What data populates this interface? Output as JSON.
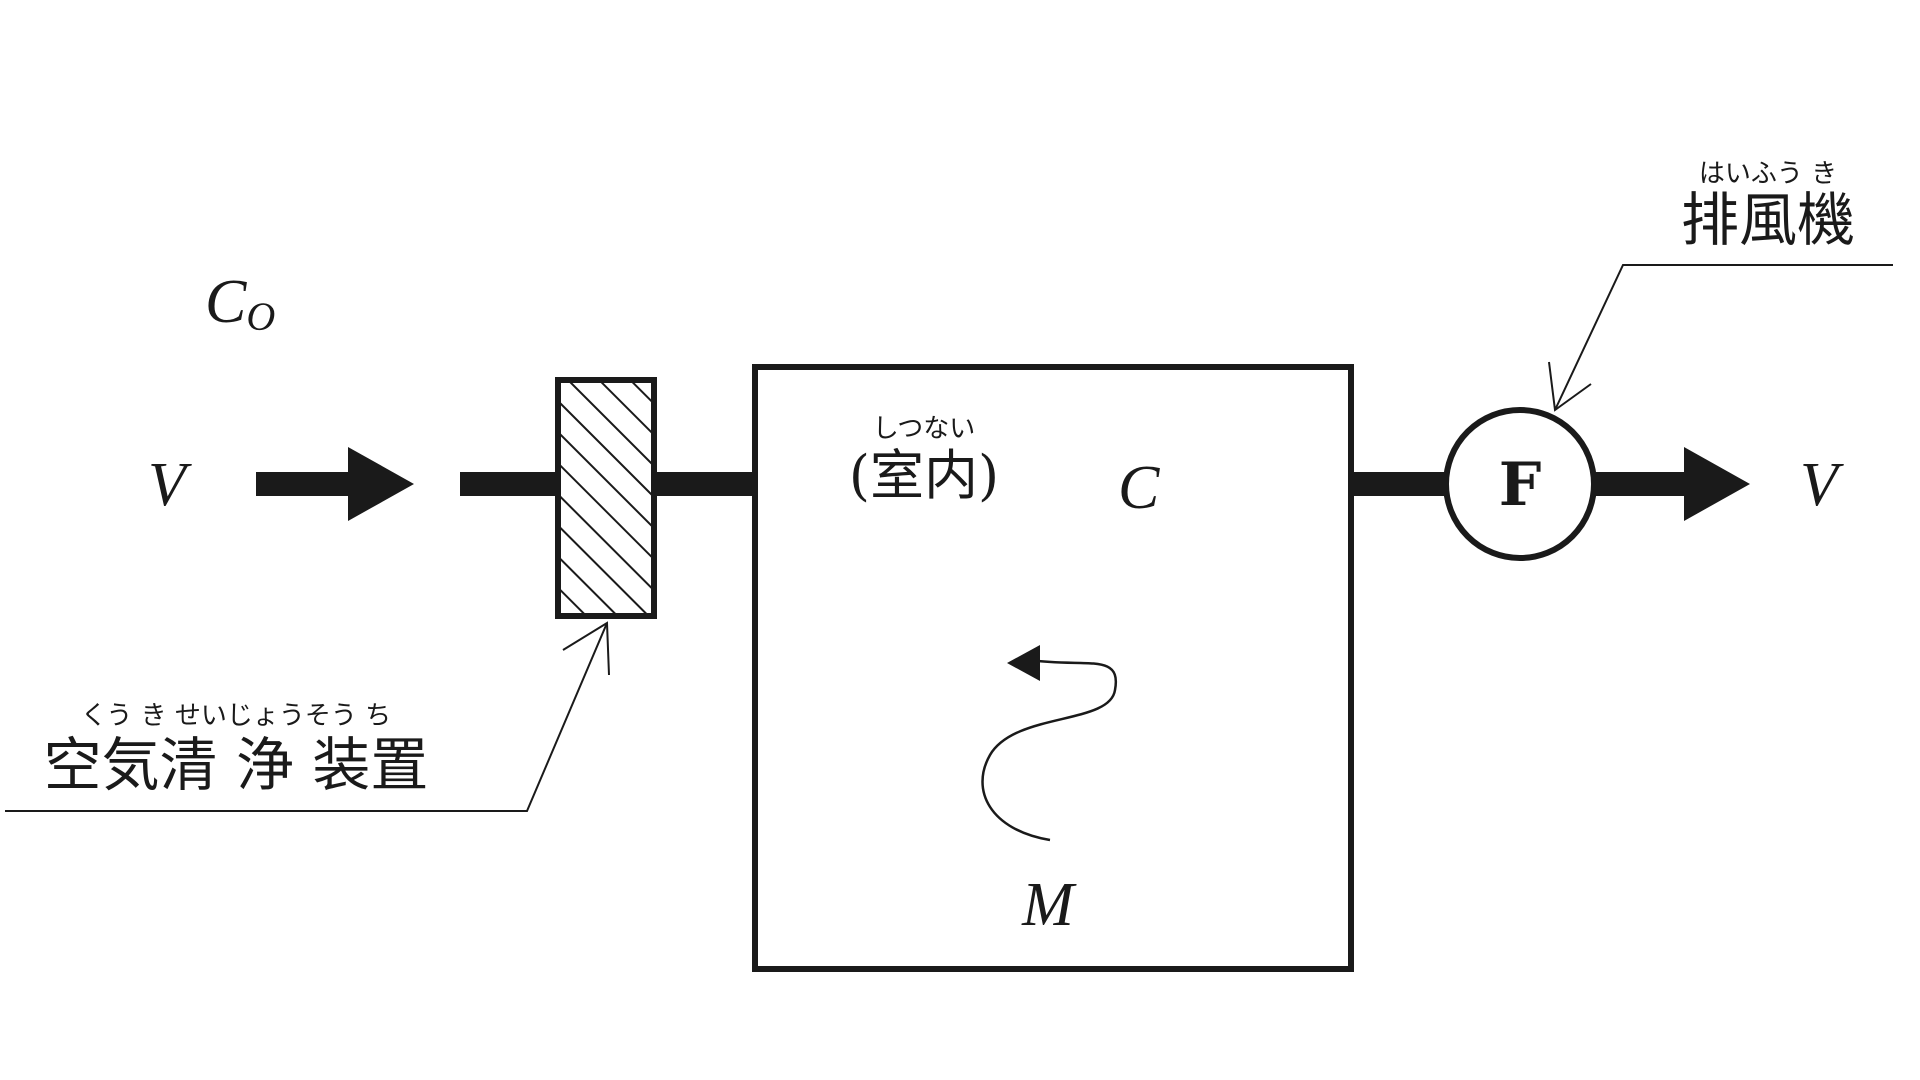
{
  "labels": {
    "c_outside": "C",
    "c_outside_sub": "O",
    "v_in": "V",
    "v_out": "V",
    "room_ruby": "しつない",
    "room_label": "(室内)",
    "c_room": "C",
    "m_source": "M",
    "fan_symbol": "F",
    "fan_ruby": "はいふう き",
    "fan_label": "排風機",
    "cleaner_ruby": "くう き せいじょうそう ち",
    "cleaner_label": "空気清 浄 装置"
  },
  "colors": {
    "ink": "#1a1a1a",
    "background": "#ffffff"
  },
  "icons": {
    "fan": "fan-circle-icon",
    "filter": "hatched-filter-icon",
    "arrow": "flow-arrow-icon"
  }
}
